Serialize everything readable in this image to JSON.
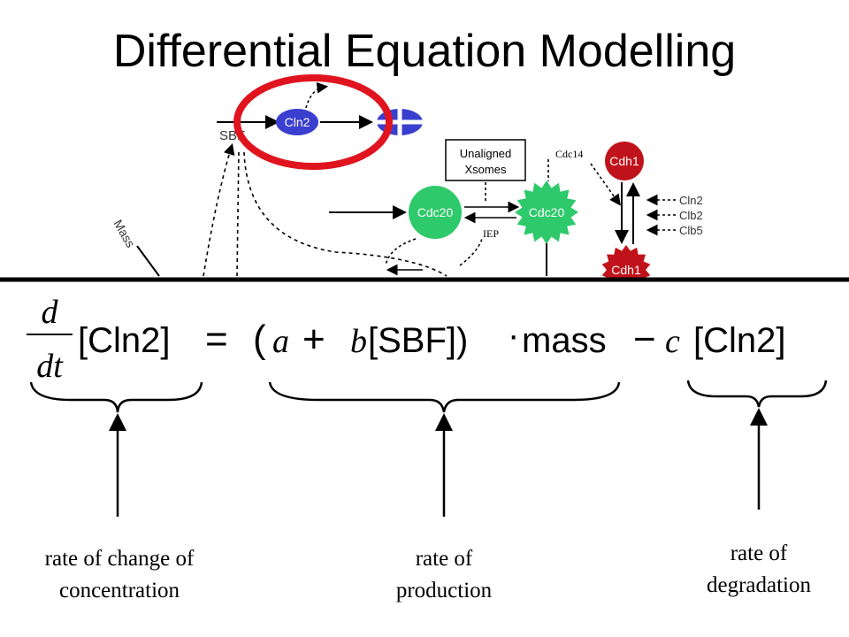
{
  "title": "Differential Equation Modelling",
  "diagram": {
    "sbf": "SBF",
    "cln2": "Cln2",
    "mass": "Mass",
    "unaligned_line1": "Unaligned",
    "unaligned_line2": "Xsomes",
    "cdc20": "Cdc20",
    "cdc20_active": "Cdc20",
    "iep": "IEP",
    "cdc14": "Cdc14",
    "cdh1": "Cdh1",
    "cdh1_lower": "Cdh1",
    "inhib_cln2": "Cln2",
    "inhib_clb2": "Clb2",
    "inhib_clb5": "Clb5"
  },
  "equation": {
    "d": "d",
    "dt": "dt",
    "cln2_lhs": "[Cln2]",
    "equals": "=",
    "paren_open": "(",
    "a": "a",
    "plus": "+",
    "b": "b",
    "sbf": "[SBF])",
    "dot": "·",
    "mass": "mass",
    "minus": "−",
    "c": "c",
    "cln2_rhs": "[Cln2]"
  },
  "labels": {
    "change_line1": "rate of change  of",
    "change_line2": "concentration",
    "production_line1": "rate of",
    "production_line2": "production",
    "degradation_line1": "rate of",
    "degradation_line2": "degradation"
  },
  "colors": {
    "cln2": "#3a3fcf",
    "cdc20": "#2ec96a",
    "cdh1": "#c0121a",
    "highlight": "#e0141e"
  }
}
